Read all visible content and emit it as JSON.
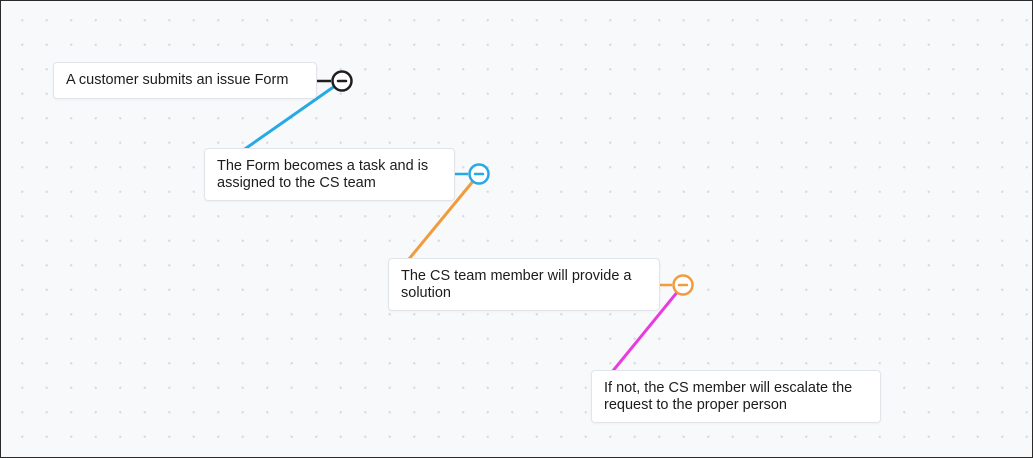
{
  "mindmap": {
    "nodes": [
      {
        "text": "A customer submits an issue Form"
      },
      {
        "text": "The Form becomes a task and is assigned to the CS team"
      },
      {
        "text": "The CS team member will provide a solution"
      },
      {
        "text": "If not, the CS member will escalate the request to the proper person"
      }
    ],
    "branch_colors": {
      "node1": "#1f1f1f",
      "node2": "#26a9e6",
      "node3": "#f29b3c",
      "node4": "#e83ce0"
    },
    "toggle_icon": "collapse-minus-icon"
  }
}
